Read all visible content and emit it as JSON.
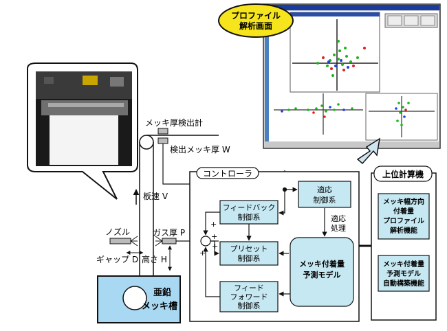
{
  "profile_badge": {
    "line1": "プロファイル",
    "line2": "解析画面"
  },
  "sensor": {
    "title": "メッキ厚検出計",
    "detected": "検出メッキ厚 W",
    "speed": "板速 V"
  },
  "nozzle": {
    "label": "ノズル",
    "gas_pressure": "ガス厚 P",
    "gap": "ギャップ D",
    "height": "高さ H"
  },
  "tank": {
    "line1": "亜鉛",
    "line2": "メッキ槽"
  },
  "controller": {
    "title": "コントローラ",
    "adaptive": {
      "line1": "適応",
      "line2": "制御系"
    },
    "adaptive_process": {
      "line1": "適応",
      "line2": "処理"
    },
    "feedback": {
      "line1": "フィードバック",
      "line2": "制御系"
    },
    "preset": {
      "line1": "プリセット",
      "line2": "制御系"
    },
    "feedforward": {
      "line1": "フィード",
      "line2": "フォワード",
      "line3": "制御系"
    },
    "model": {
      "line1": "メッキ付着量",
      "line2": "予測モデル"
    },
    "signs": [
      "+",
      "+",
      "+",
      "+"
    ]
  },
  "host": {
    "title": "上位計算機",
    "func1": {
      "line1": "メッキ幅方向",
      "line2": "付着量",
      "line3": "プロファイル",
      "line4": "解析機能"
    },
    "func2": {
      "line1": "メッキ付着量",
      "line2": "予測モデル",
      "line3": "自動構築機能"
    }
  },
  "colors": {
    "badge_fill": "#f6e51c",
    "box_fill": "#c6e8f2",
    "tank_fill": "#a8d8f2",
    "stroke": "#111111",
    "arrow_fill": "#cfe6f2"
  }
}
